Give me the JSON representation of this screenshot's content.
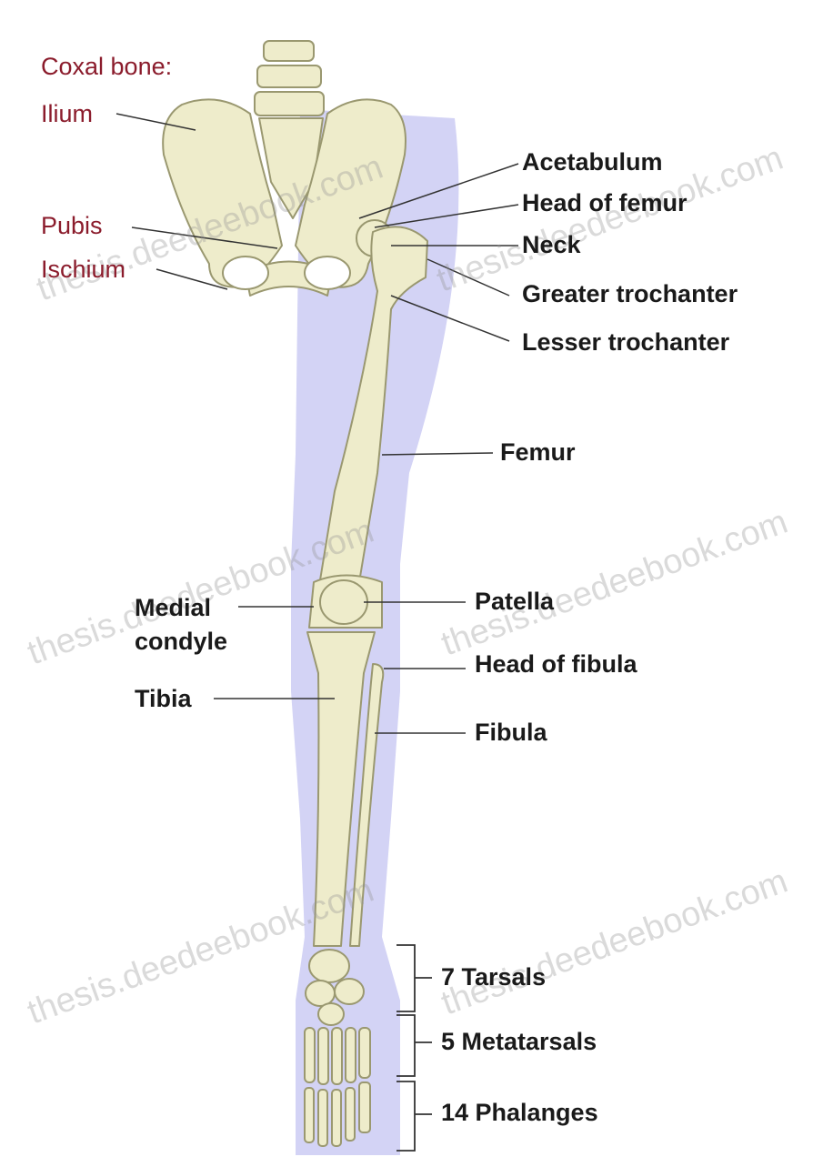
{
  "header": {
    "coxal_bone": "Coxal bone:"
  },
  "labels": {
    "ilium": "Ilium",
    "pubis": "Pubis",
    "ischium": "Ischium",
    "acetabulum": "Acetabulum",
    "head_of_femur": "Head of femur",
    "neck": "Neck",
    "greater_trochanter": "Greater trochanter",
    "lesser_trochanter": "Lesser trochanter",
    "femur": "Femur",
    "patella": "Patella",
    "medial_condyle_1": "Medial",
    "medial_condyle_2": "condyle",
    "head_of_fibula": "Head of fibula",
    "tibia": "Tibia",
    "fibula": "Fibula",
    "tarsals": "7 Tarsals",
    "metatarsals": "5 Metatarsals",
    "phalanges": "14 Phalanges"
  },
  "watermark": "thesis.deedeebook.com",
  "colors": {
    "bone": "#eeeccb",
    "bone_outline": "#9a9870",
    "background_silhouette": "#d3d3f5",
    "coxal_label": "#8b1c2c"
  }
}
